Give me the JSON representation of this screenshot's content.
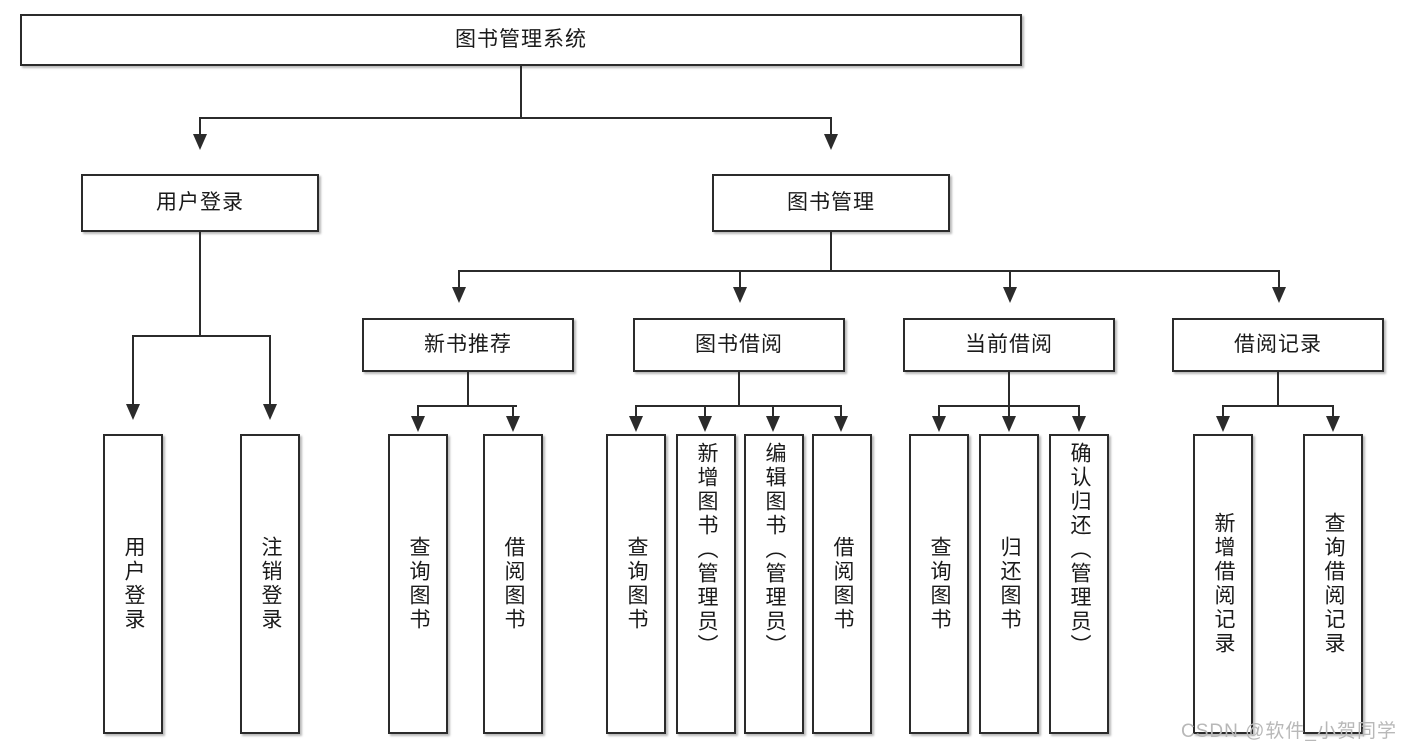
{
  "diagram": {
    "type": "hierarchy-tree",
    "title": "图书管理系统",
    "root": {
      "label": "图书管理系统"
    },
    "level2": [
      {
        "key": "user_login",
        "label": "用户登录"
      },
      {
        "key": "book_manage",
        "label": "图书管理"
      }
    ],
    "level3": [
      {
        "key": "new_book_rec",
        "label": "新书推荐"
      },
      {
        "key": "book_borrow",
        "label": "图书借阅"
      },
      {
        "key": "current_borrow",
        "label": "当前借阅"
      },
      {
        "key": "borrow_record",
        "label": "借阅记录"
      }
    ],
    "leaves": {
      "user_login": [
        {
          "label": "用户登录"
        },
        {
          "label": "注销登录"
        }
      ],
      "new_book_rec": [
        {
          "label": "查询图书"
        },
        {
          "label": "借阅图书"
        }
      ],
      "book_borrow": [
        {
          "label": "查询图书"
        },
        {
          "label": "新增图书（管理员）"
        },
        {
          "label": "编辑图书（管理员）"
        },
        {
          "label": "借阅图书"
        }
      ],
      "current_borrow": [
        {
          "label": "查询图书"
        },
        {
          "label": "归还图书"
        },
        {
          "label": "确认归还（管理员）"
        }
      ],
      "borrow_record": [
        {
          "label": "新增借阅记录"
        },
        {
          "label": "查询借阅记录"
        }
      ]
    }
  },
  "watermark": {
    "text": "CSDN @软件_小贺同学"
  },
  "colors": {
    "stroke": "#2b2b2b",
    "fill": "#ffffff",
    "text": "#1a1a1a",
    "watermark": "#b8b8b8"
  }
}
